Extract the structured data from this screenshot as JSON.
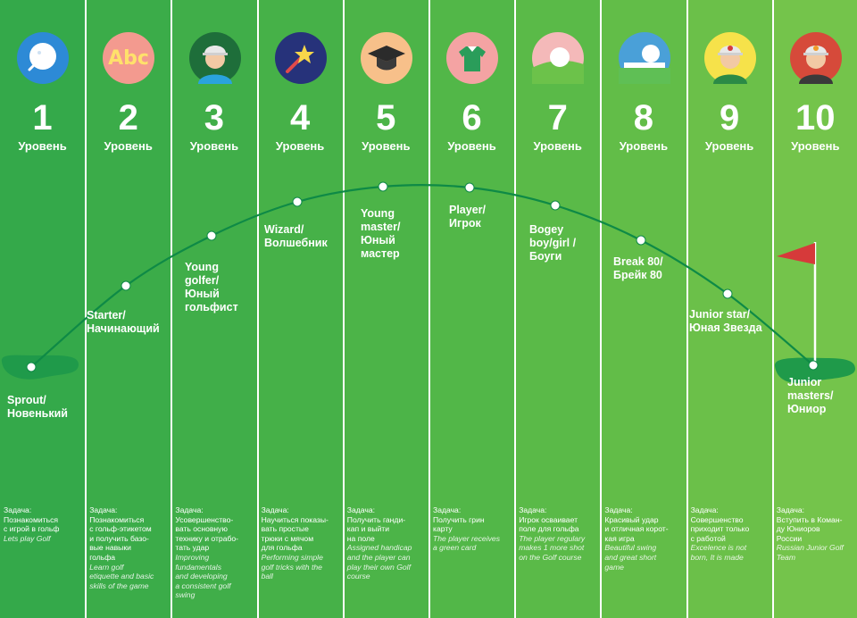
{
  "level_word": "Уровень",
  "task_label": "Задача:",
  "colors": {
    "columns": [
      "#34a94a",
      "#3bac49",
      "#40ae49",
      "#46b148",
      "#4cb448",
      "#52b748",
      "#5aba48",
      "#62bd48",
      "#6bc049",
      "#74c44b"
    ],
    "divider": "#ffffff",
    "green_patch": "#1f9a4a",
    "flag": "#d63a3a"
  },
  "levels": [
    {
      "number": "1",
      "icon": "golf-ball-icon",
      "stage": [
        "Sprout/",
        "Новенький"
      ],
      "task_ru": [
        "Познакомиться",
        "с игрой в гольф"
      ],
      "task_en": [
        "Lets play Golf"
      ]
    },
    {
      "number": "2",
      "icon": "abc-letters-icon",
      "stage": [
        "Starter/",
        "Начинающий"
      ],
      "task_ru": [
        "Познакомиться",
        "с гольф-этикетом",
        "и получить базо-",
        "вые навыки",
        "гольфа"
      ],
      "task_en": [
        "Learn golf",
        "etiquette and basic",
        "skills of the game"
      ]
    },
    {
      "number": "3",
      "icon": "young-golfer-icon",
      "stage": [
        "Young",
        "golfer/",
        "Юный",
        "гольфист"
      ],
      "task_ru": [
        "Усовершенство-",
        "вать основную",
        "технику и отрабо-",
        "тать удар"
      ],
      "task_en": [
        "Improving",
        "fundamentals",
        "and developing",
        "a consistent golf",
        "swing"
      ]
    },
    {
      "number": "4",
      "icon": "magic-wand-icon",
      "stage": [
        "Wizard/",
        "Волшебник"
      ],
      "task_ru": [
        "Научиться показы-",
        "вать простые",
        "трюки с мячом",
        "для гольфа"
      ],
      "task_en": [
        "Performing simple",
        "golf tricks with the",
        "ball"
      ]
    },
    {
      "number": "5",
      "icon": "graduation-cap-icon",
      "stage": [
        "Young",
        "master/",
        "Юный",
        "мастер"
      ],
      "task_ru": [
        "Получить ганди-",
        "кап и выйти",
        "на поле"
      ],
      "task_en": [
        "Assigned handicap",
        "and the player can",
        "play their own Golf",
        "course"
      ]
    },
    {
      "number": "6",
      "icon": "polo-shirt-icon",
      "stage": [
        "Player/",
        "Игрок"
      ],
      "task_ru": [
        "Получить грин",
        "карту"
      ],
      "task_en": [
        "The player receives",
        "a green card"
      ]
    },
    {
      "number": "7",
      "icon": "ball-on-green-icon",
      "stage": [
        "Bogey",
        "boy/girl /",
        "Боуги"
      ],
      "task_ru": [
        "Игрок осваивает",
        "поле для гольфа"
      ],
      "task_en": [
        "The player regulary",
        "makes 1 more shot",
        "on the Golf course"
      ]
    },
    {
      "number": "8",
      "icon": "ball-on-ruler-icon",
      "stage": [
        "Break 80/",
        "Брейк 80"
      ],
      "task_ru": [
        "Красивый удар",
        "и отличная корот-",
        "кая игра"
      ],
      "task_en": [
        "Beautiful swing",
        "and great short",
        "game"
      ]
    },
    {
      "number": "9",
      "icon": "star-cap-player-icon",
      "stage": [
        "Junior star/",
        "Юная Звезда"
      ],
      "task_ru": [
        "Совершенство",
        "приходит только",
        "с работой"
      ],
      "task_en": [
        "Excelence is not",
        "born, It is made"
      ]
    },
    {
      "number": "10",
      "icon": "crown-cap-player-icon",
      "stage": [
        "Junior",
        "masters/",
        "Юниор"
      ],
      "task_ru": [
        "Вступить в Коман-",
        "ду Юниоров",
        "России"
      ],
      "task_en": [
        "Russian Junior Golf",
        "Team"
      ]
    }
  ]
}
